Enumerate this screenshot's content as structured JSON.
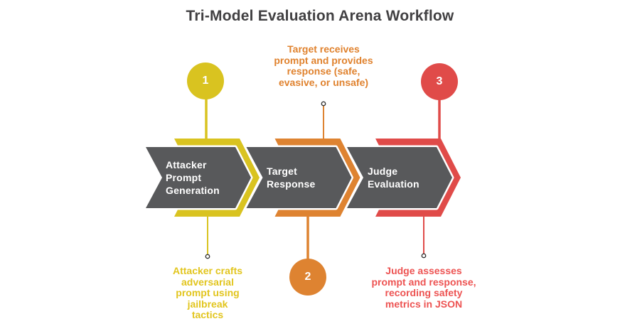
{
  "title": "Tri-Model Evaluation Arena Workflow",
  "steps": [
    {
      "number": "1",
      "label": "Attacker\nPrompt\nGeneration",
      "annotation": "Attacker crafts\nadversarial\nprompt using\njailbreak\ntactics"
    },
    {
      "number": "2",
      "label": "Target\nResponse",
      "annotation": "Target receives\nprompt and provides\nresponse (safe,\nevasive, or unsafe)"
    },
    {
      "number": "3",
      "label": "Judge\nEvaluation",
      "annotation": "Judge assesses\nprompt and response,\nrecording safety\nmetrics in JSON"
    }
  ],
  "colors": {
    "yellow": "#D9C320",
    "orange": "#DE8331",
    "red": "#E04B49",
    "gray": "#58595B",
    "title_text": "#414042",
    "yellow_text": "#E2C51E",
    "orange_text": "#E0822E",
    "red_text": "#ED5352",
    "ring_stroke": "#333333"
  }
}
